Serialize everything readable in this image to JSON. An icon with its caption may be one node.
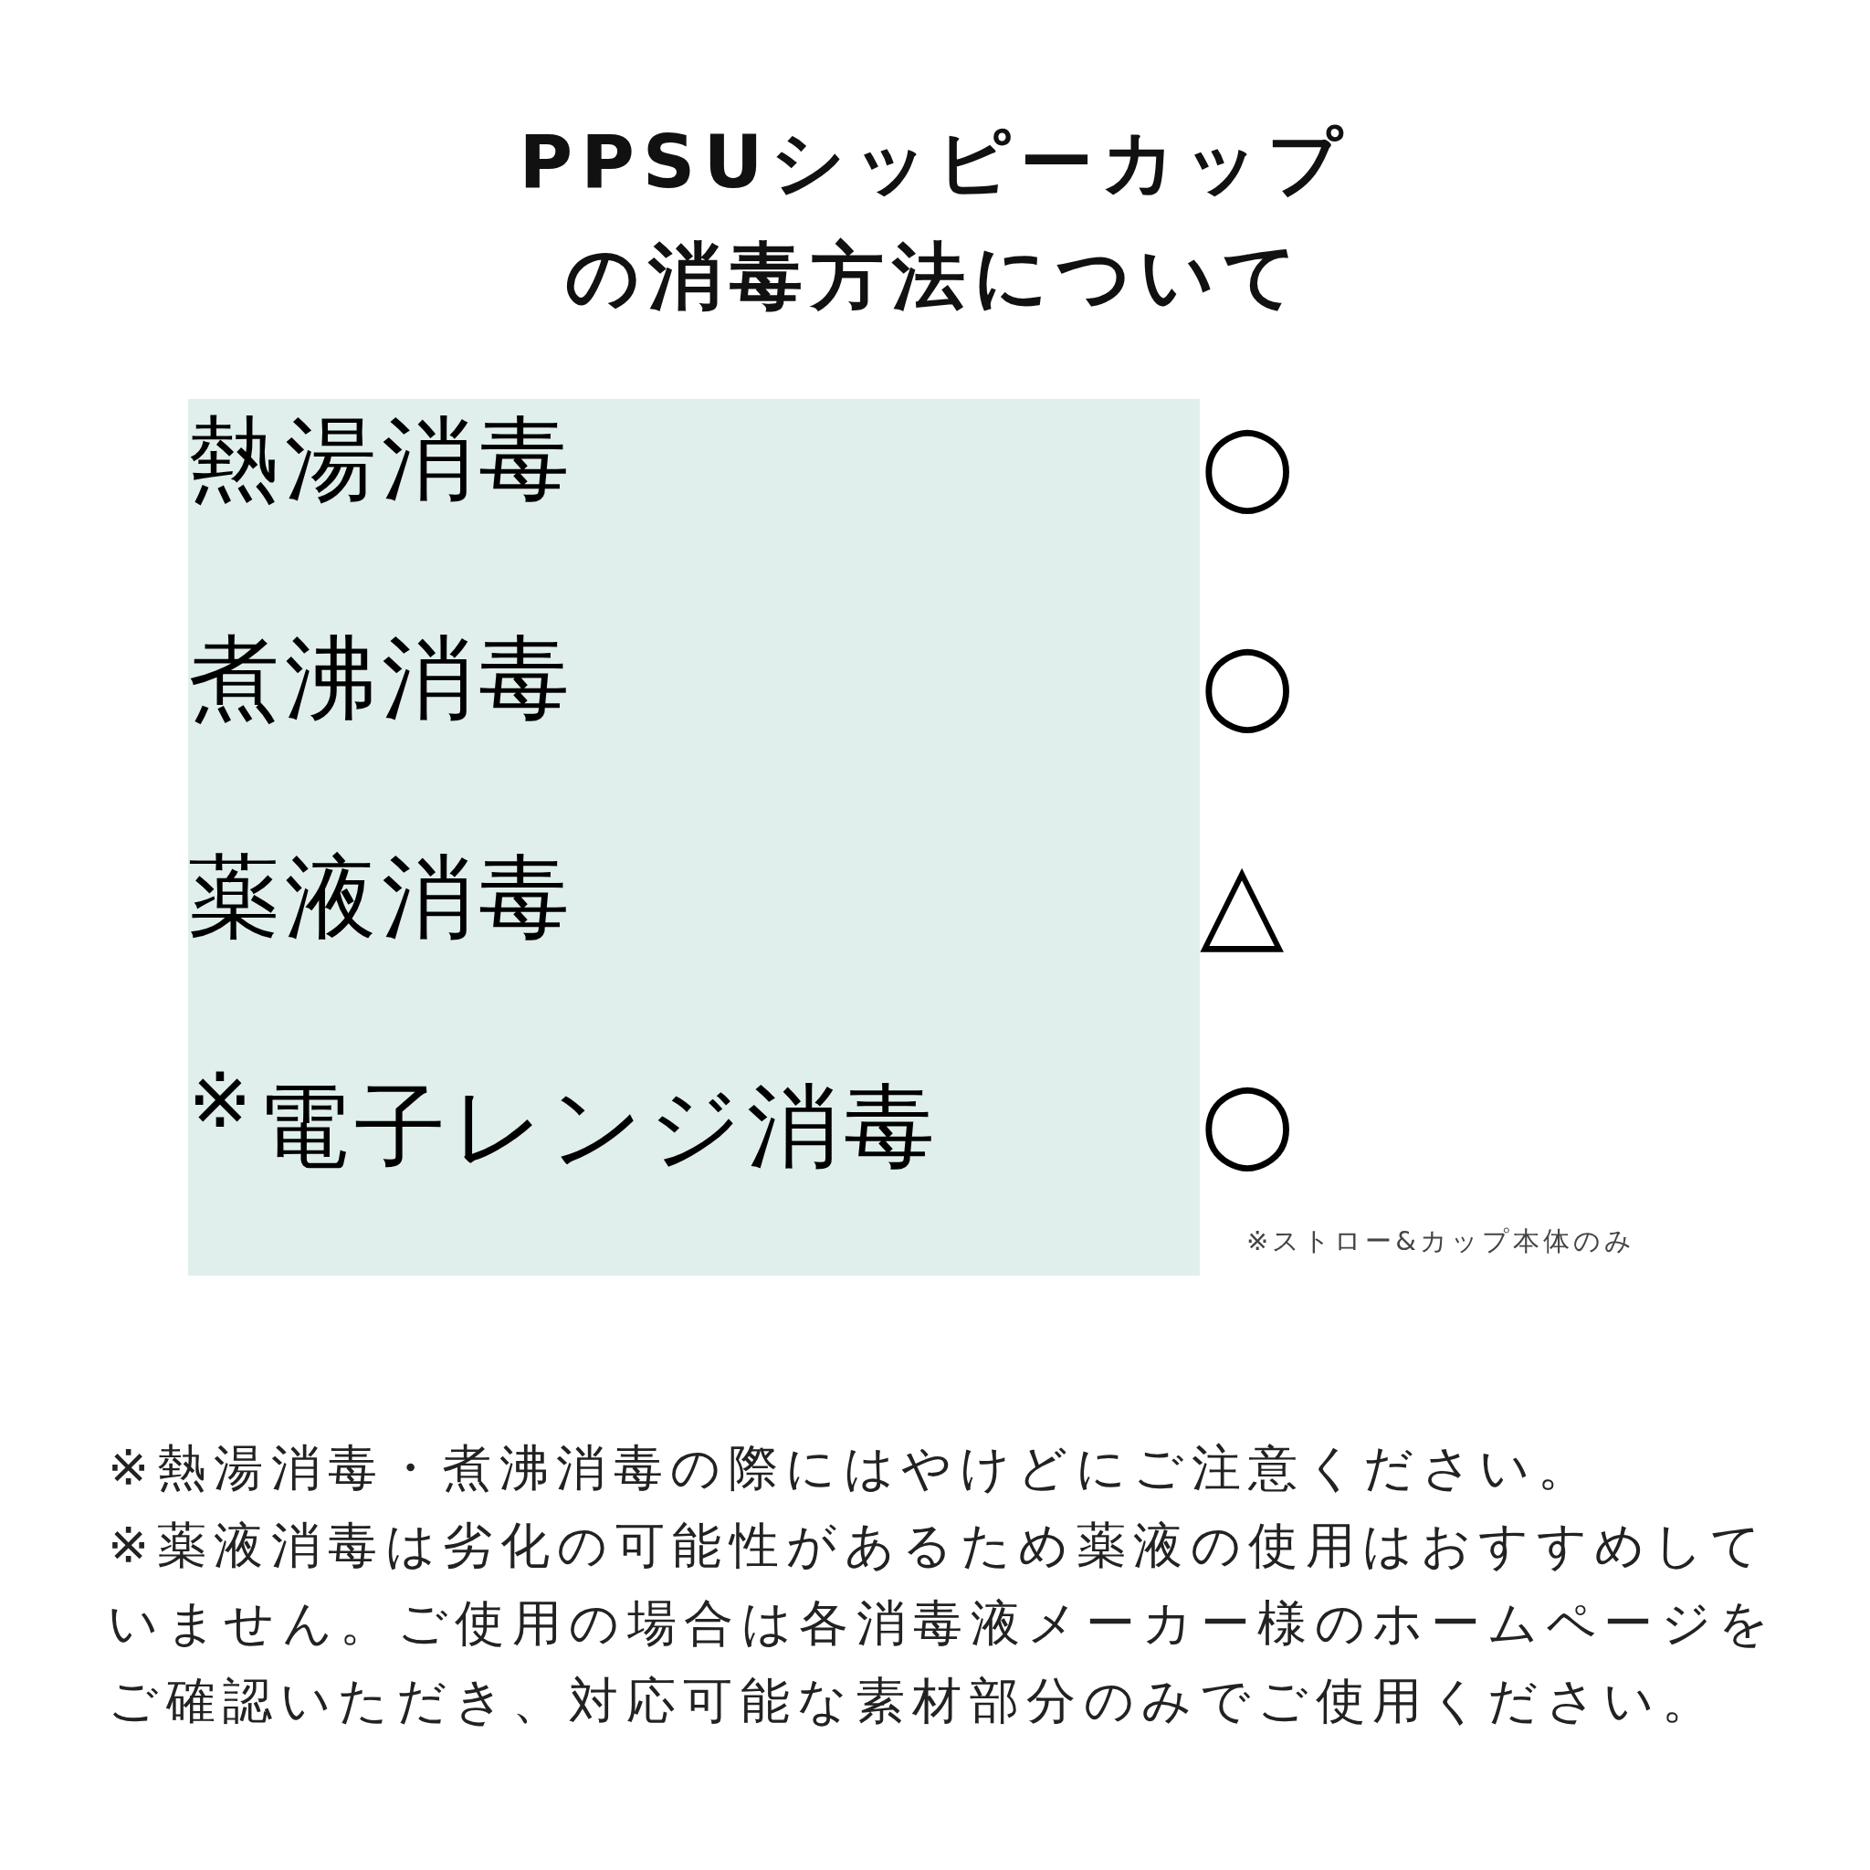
{
  "diagram": {
    "title": "PPSUシッピーカップの消毒方法について",
    "labels": [
      "熱湯消毒",
      "○",
      "煮沸消毒",
      "○",
      "薬液消毒",
      "△",
      "$^{※}$電子レンジ消毒",
      "○",
      "※ストロー&カップ本体のみ",
      "※熱湯消毒・煮沸消毒の際にはやけどにご注意ください。",
      "※薬液消毒は劣化の可能性があるため薬液の使用はおすすめしていません。ご使用の場合は各消毒液メーカー様のホームページをご確認いただき、対応可能な素材部分のみでご使用ください。"
    ]
  }
}
